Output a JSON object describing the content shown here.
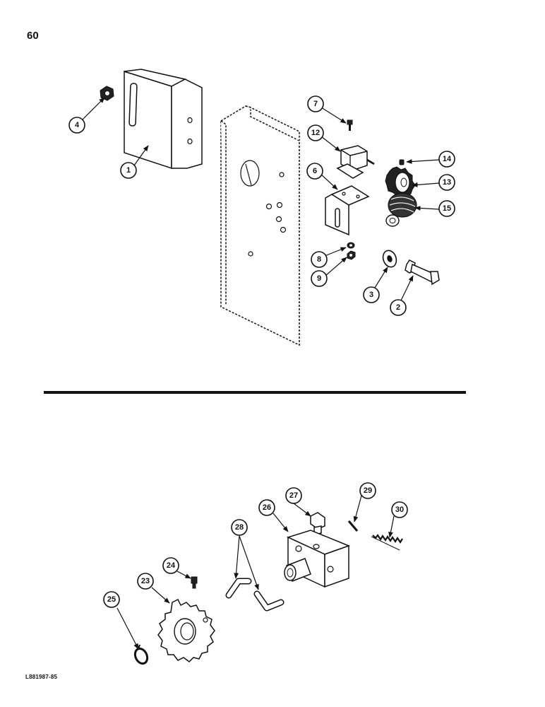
{
  "page": {
    "page_number": "60",
    "figure_code": "L881987-85"
  },
  "callouts": {
    "c1": "1",
    "c2": "2",
    "c3": "3",
    "c4": "4",
    "c6": "6",
    "c7": "7",
    "c8": "8",
    "c9": "9",
    "c12": "12",
    "c13": "13",
    "c14": "14",
    "c15": "15",
    "c23": "23",
    "c24": "24",
    "c25": "25",
    "c26": "26",
    "c27": "27",
    "c28": "28",
    "c29": "29",
    "c30": "30"
  }
}
